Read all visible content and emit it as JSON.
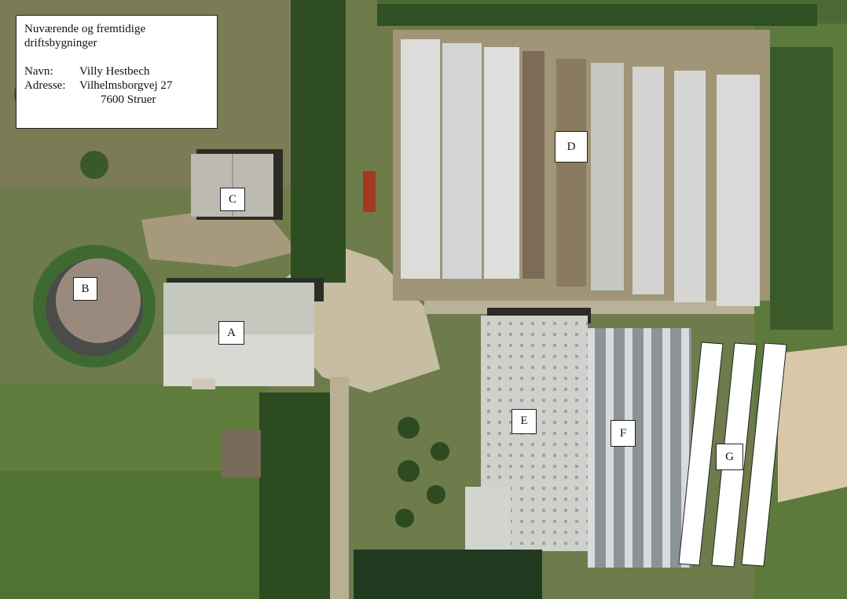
{
  "legend": {
    "title": "Nuværende og fremtidige\ndriftsbygninger",
    "name_label": "Navn:",
    "name_value": "Villy Hestbech",
    "address_label": "Adresse:",
    "address_line1": "Vilhelmsborgvej 27",
    "address_line2": "7600 Struer"
  },
  "building_labels": {
    "A": "A",
    "B": "B",
    "C": "C",
    "D": "D",
    "E": "E",
    "F": "F",
    "G": "G"
  },
  "colors": {
    "field": "#5b7a3a",
    "roof_light": "#d9d9d3",
    "gravel": "#c9c0a8",
    "trees": "#2e4a22",
    "planned_buildings": "#ffffff"
  }
}
